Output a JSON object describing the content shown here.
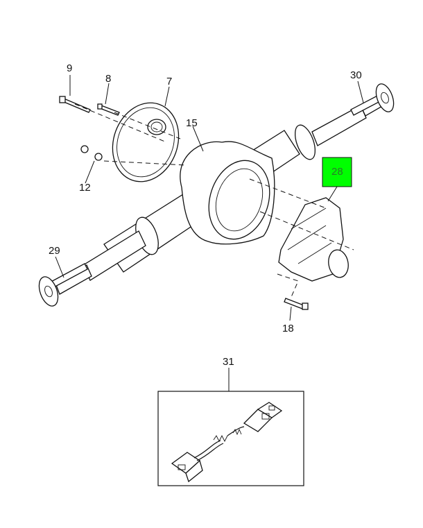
{
  "callouts": {
    "c9": "9",
    "c8": "8",
    "c7": "7",
    "c30": "30",
    "c15": "15",
    "c28": "28",
    "c12": "12",
    "c29": "29",
    "c18": "18",
    "c31": "31"
  },
  "highlight": {
    "part": "28",
    "color": "#00ff00"
  }
}
